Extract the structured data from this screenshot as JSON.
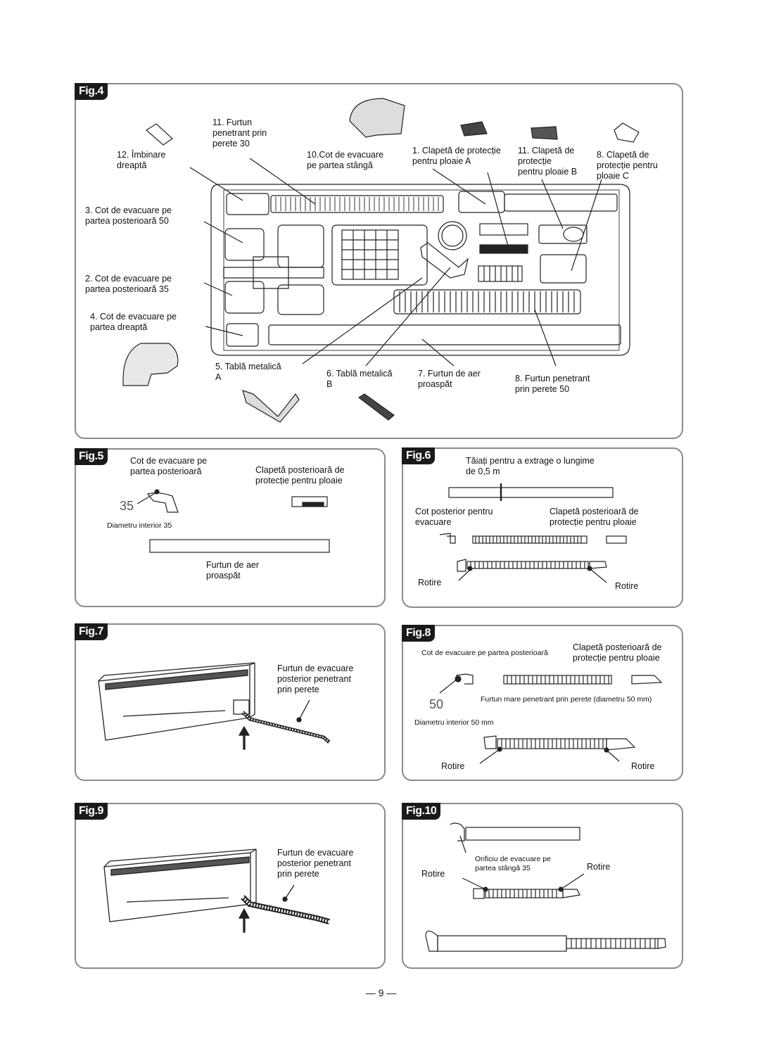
{
  "fig4": {
    "tag": "Fig.4",
    "labels": {
      "l12": "12. Îmbinare\ndreaptă",
      "l11a": "11. Furtun\npenetrant prin\nperete 30",
      "l10": "10.Cot de evacuare\npe partea stângă",
      "l1": "1. Clapetă de protecție\npentru ploaie A",
      "l11b": "11. Clapetă de\nprotecție\npentru ploaie B",
      "l8c": "8. Clapetă de\nprotecție pentru\nploaie C",
      "l3": "3. Cot de evacuare pe\npartea posterioară 50",
      "l2": "2. Cot de evacuare pe\npartea posterioară 35",
      "l4": "4. Cot de evacuare pe\npartea dreaptă",
      "l5": "5. Tablă metalică\nA",
      "l6": "6. Tablă metalică\nB",
      "l7": "7. Furtun de aer\nproaspăt",
      "l8": "8. Furtun penetrant\nprin perete 50"
    }
  },
  "fig5": {
    "tag": "Fig.5",
    "elbow": "Cot de evacuare pe\npartea posterioară",
    "flap": "Clapetă posterioară de\nprotecție pentru ploaie",
    "num": "35",
    "diam": "Diametru interior 35",
    "hose": "Furtun de aer\nproaspăt"
  },
  "fig6": {
    "tag": "Fig.6",
    "cut": "Tăiați pentru a extrage o lungime\nde 0,5 m",
    "elbow": "Cot posterior pentru\nevacuare",
    "flap": "Clapetă posterioară de\nprotecție pentru ploaie",
    "rot1": "Rotire",
    "rot2": "Rotire"
  },
  "fig7": {
    "tag": "Fig.7",
    "hose": "Furtun de evacuare\nposterior penetrant\nprin perete"
  },
  "fig8": {
    "tag": "Fig.8",
    "elbow": "Cot de evacuare pe partea posterioară",
    "flap": "Clapetă posterioară de\nprotecție pentru ploaie",
    "num": "50",
    "big": "Furtun mare penetrant prin perete (diametru 50 mm)",
    "diam": "Diametru interior 50 mm",
    "rot1": "Rotire",
    "rot2": "Rotire"
  },
  "fig9": {
    "tag": "Fig.9",
    "hose": "Furtun de evacuare\nposterior penetrant\nprin perete"
  },
  "fig10": {
    "tag": "Fig.10",
    "orifice": "Orificiu de evacuare pe\npartea stângă 35",
    "rot1": "Rotire",
    "rot2": "Rotire"
  },
  "page_number": "9"
}
